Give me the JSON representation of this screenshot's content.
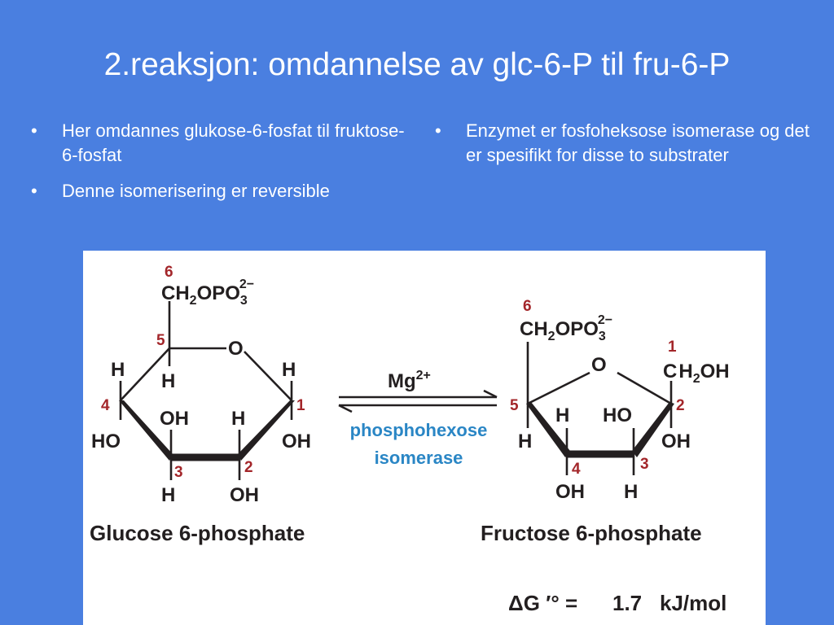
{
  "slide": {
    "title": "2.reaksjon: omdannelse av glc-6-P til fru-6-P",
    "bullets_left": [
      "Her omdannes glukose-6-fosfat til fruktose-6-fosfat",
      "Denne isomerisering er reversible"
    ],
    "bullets_right": [
      "Enzymet er fosfoheksose isomerase og det er spesifikt for disse to substrater"
    ]
  },
  "figure": {
    "glucose": {
      "c6_group": "CH",
      "c6_sub2": "2",
      "c6_opo": "OPO",
      "c6_sub3": "3",
      "c6_charge": "2−",
      "ring_o": "O",
      "c5_h": "H",
      "c4_h": "H",
      "c4_oh": "HO",
      "c1_h": "H",
      "c1_oh": "OH",
      "c3_oh": "OH",
      "c3_h": "H",
      "c2_h": "H",
      "c2_oh": "OH",
      "n6": "6",
      "n5": "5",
      "n4": "4",
      "n3": "3",
      "n2": "2",
      "n1": "1",
      "name": "Glucose 6-phosphate"
    },
    "cofactor": "Mg",
    "cofactor_charge": "2+",
    "enzyme_line1": "phosphohexose",
    "enzyme_line2": "isomerase",
    "fructose": {
      "c6_group": "CH",
      "c6_sub2": "2",
      "c6_opo": "OPO",
      "c6_sub3": "3",
      "c6_charge": "2−",
      "ring_o": "O",
      "c1_c": "C",
      "c1_h": "H",
      "c1_sub2": "2",
      "c1_oh": "OH",
      "c5_h": "H",
      "c4_h": "H",
      "c3_ho": "HO",
      "c2_oh": "OH",
      "c4_oh": "OH",
      "c3_h": "H",
      "n6": "6",
      "n1": "1",
      "n5": "5",
      "n2": "2",
      "n4": "4",
      "n3": "3",
      "name": "Fructose 6-phosphate"
    },
    "delta_g_label": "ΔG ′° =",
    "delta_g_value": "1.7",
    "delta_g_unit": "kJ/mol"
  },
  "colors": {
    "background": "#4a7fe0",
    "carbon_numbers": "#a3262a",
    "enzyme": "#2a86c5"
  }
}
